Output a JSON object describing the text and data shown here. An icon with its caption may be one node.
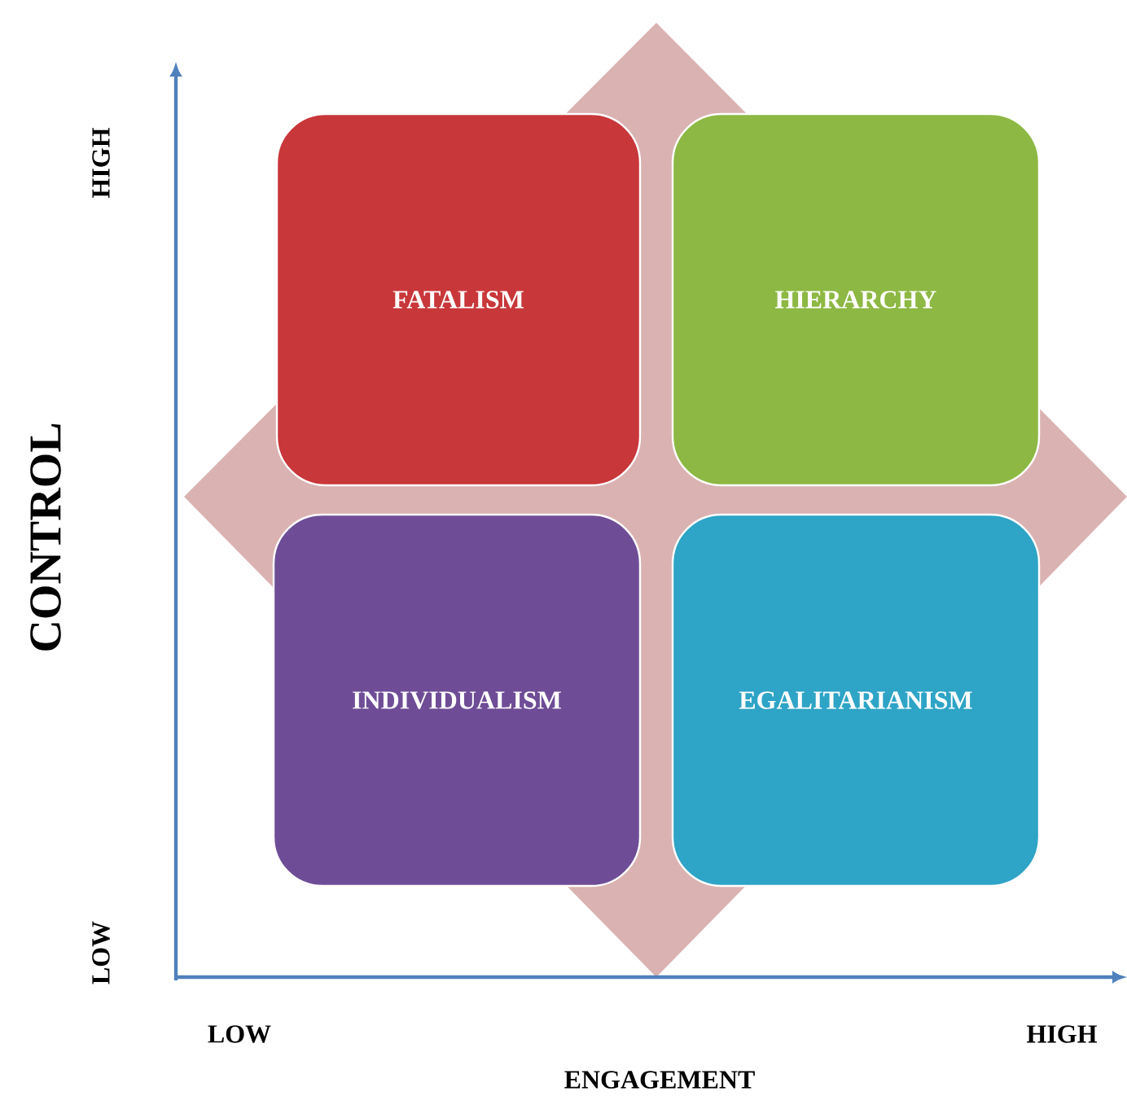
{
  "diagram": {
    "nodes": [
      {
        "text": [
          "FATALISM"
        ]
      },
      {
        "text": [
          "HIERARCHY"
        ]
      },
      {
        "text": [
          "INDIVIDUALISM"
        ]
      },
      {
        "text": [
          "EGALITARIANISM"
        ]
      }
    ],
    "labels": [
      "HIGH",
      "CONTROL",
      "LOW",
      "LOW",
      "HIGH",
      "ENGAGEMENT"
    ]
  }
}
